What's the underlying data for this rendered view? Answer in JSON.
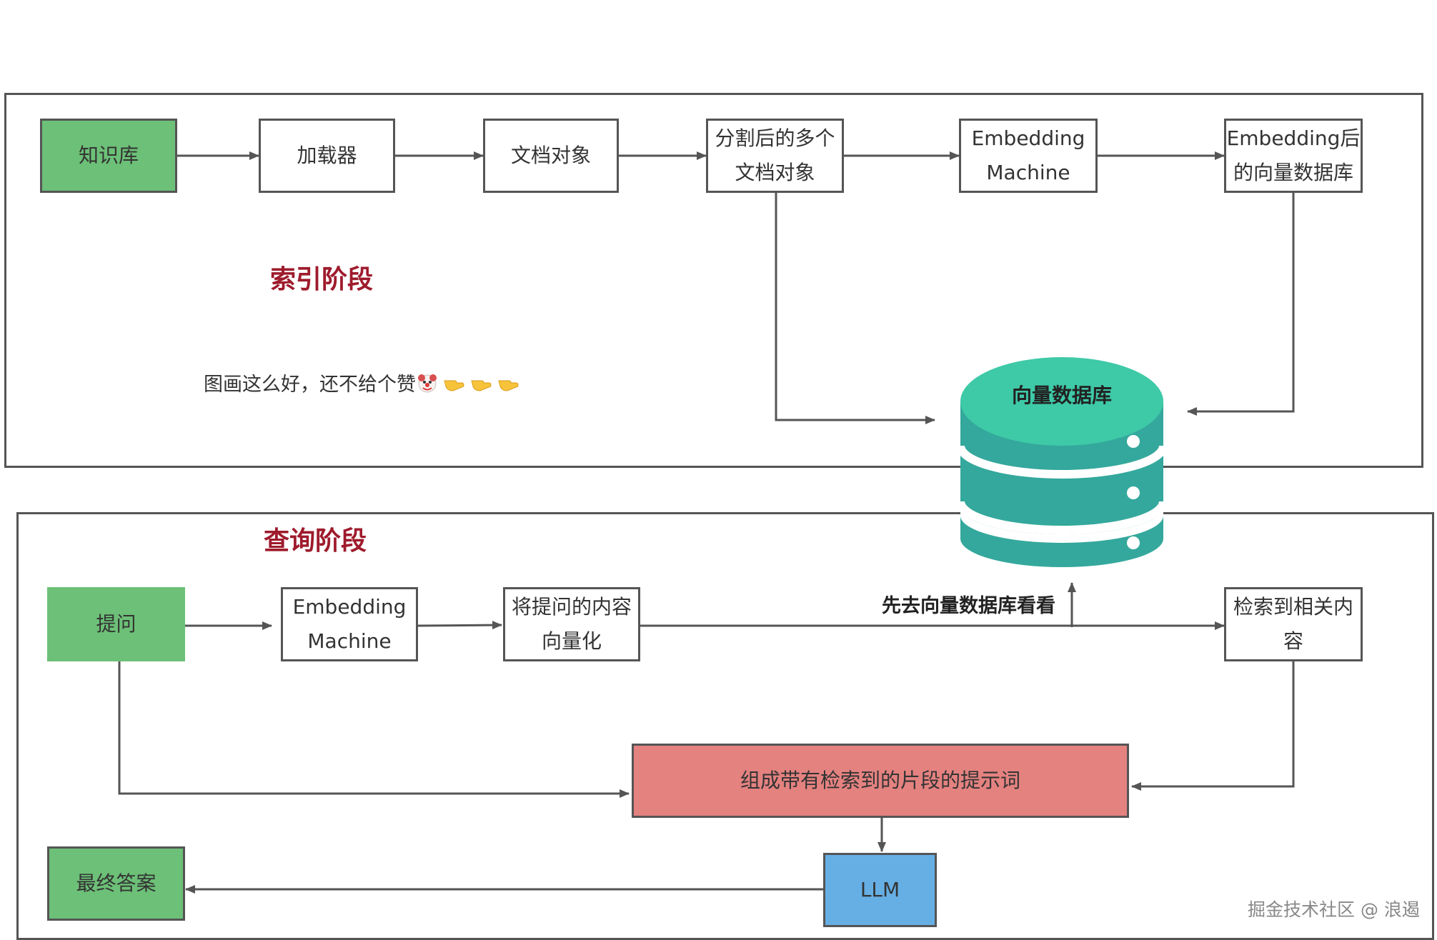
{
  "indexing": {
    "title": "索引阶段",
    "note": "图画这么好，还不给个赞",
    "nodes": {
      "knowledge_base": "知识库",
      "loader": "加载器",
      "doc_object": "文档对象",
      "split_docs": [
        "分割后的多个",
        "文档对象"
      ],
      "embedding_machine": [
        "Embedding",
        "Machine"
      ],
      "embedded_vector_db": [
        "Embedding后",
        "的向量数据库"
      ]
    }
  },
  "vector_db": {
    "label": "向量数据库"
  },
  "query": {
    "title": "查询阶段",
    "arrow_label": "先去向量数据库看看",
    "nodes": {
      "question": "提问",
      "embedding_machine": [
        "Embedding",
        "Machine"
      ],
      "vectorize": [
        "将提问的内容",
        "向量化"
      ],
      "retrieved": [
        "检索到相关内",
        "容"
      ],
      "prompt": "组成带有检索到的片段的提示词",
      "llm": "LLM",
      "final_answer": "最终答案"
    }
  },
  "watermark": "掘金技术社区 @ 浪遏",
  "colors": {
    "green": "#6cc077",
    "red": "#e48280",
    "blue": "#66afe5",
    "db_top": "#3ec9a7",
    "db_body": "#34a89c",
    "title": "#9e1b2c"
  }
}
